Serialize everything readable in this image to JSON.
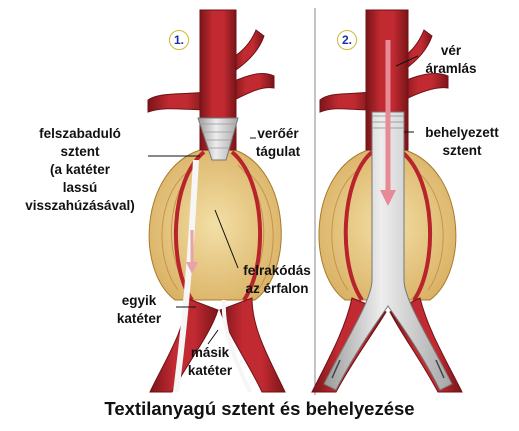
{
  "panels": [
    {
      "step": "1.",
      "labels": {
        "released_stent": "felszabaduló\nsztent\n(a katéter\nlassú\nvisszahúzásával)",
        "aneurysm": "verőér\ntágulat",
        "plaque": "felrakódás\naz érfalon",
        "catheter_one": "egyik\nkatéter",
        "catheter_other": "másik\nkatéter"
      }
    },
    {
      "step": "2.",
      "labels": {
        "blood_flow": "vér\náramlás",
        "inserted_stent": "behelyezett\nsztent"
      }
    }
  ],
  "caption": "Textilanyagú sztent és behelyezése",
  "colors": {
    "artery": "#b8242c",
    "artery_dark": "#7a1519",
    "aneurysm_wall": "#e8c87a",
    "stent": "#cfcfcf",
    "catheter": "#f4f4f4",
    "flow_arrow": "#e27b86",
    "step_text": "#1a2fa8"
  }
}
